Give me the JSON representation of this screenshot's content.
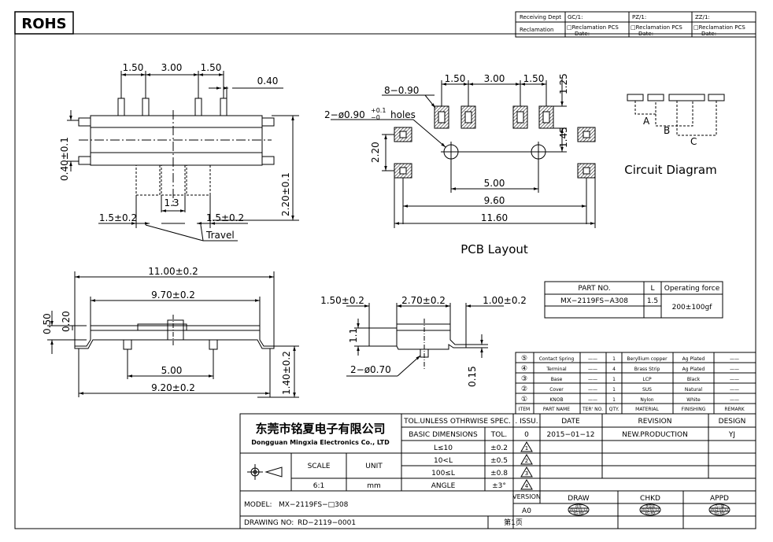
{
  "rohs": "ROHS",
  "receiving": {
    "dept_label": "Receiving Dept",
    "reclamation_label": "Reclamation",
    "gc": "GC/1:",
    "pz": "PZ/1:",
    "zz": "ZZ/1:",
    "reclamation_pcs": "□Reclamation  PCS",
    "date": "Date:"
  },
  "top_view": {
    "d150_left": "1.50",
    "d300": "3.00",
    "d150_right": "1.50",
    "d040": "0.40",
    "d040_tol": "0.40±0.1",
    "d220_tol": "2.20±0.1",
    "d13": "1.3",
    "d15_left": "1.5±0.2",
    "d15_right": "1.5±0.2",
    "travel": "Travel"
  },
  "pcb": {
    "holes_a": "8−0.90",
    "d150_left": "1.50",
    "d300": "3.00",
    "d150_right": "1.50",
    "d125": "1.25",
    "d145": "1.45",
    "holes_b": "2−ø0.90",
    "holes_b_tol_up": "+0.1",
    "holes_b_tol_dn": "−0",
    "holes_word": "holes",
    "d220": "2.20",
    "d500": "5.00",
    "d960": "9.60",
    "d1160": "11.60",
    "title": "PCB  Layout"
  },
  "circuit": {
    "a": "A",
    "b": "B",
    "c": "C",
    "title": "Circuit  Diagram"
  },
  "front_view": {
    "d1100": "11.00±0.2",
    "d970": "9.70±0.2",
    "d050": "0.50",
    "d020": "0.20",
    "d500": "5.00",
    "d920": "9.20±0.2",
    "d140": "1.40±0.2"
  },
  "side_view": {
    "d150": "1.50±0.2",
    "d270": "2.70±0.2",
    "d100": "1.00±0.2",
    "d11": "1.1",
    "d070": "2−ø0.70",
    "d015": "0.15"
  },
  "part_table": {
    "h_part": "PART NO.",
    "h_l": "L",
    "h_force": "Operating force",
    "part": "MX−2119FS−A308",
    "l": "1.5",
    "force": "200±100gf"
  },
  "bom": {
    "rows": [
      {
        "item": "⑤",
        "name": "Contact Spring",
        "ter": "——",
        "qty": "1",
        "material": "Beryllium copper",
        "finishing": "Ag Plated",
        "remark": "——"
      },
      {
        "item": "④",
        "name": "Terminal",
        "ter": "——",
        "qty": "4",
        "material": "Brass Strip",
        "finishing": "Ag Plated",
        "remark": "——"
      },
      {
        "item": "③",
        "name": "Base",
        "ter": "——",
        "qty": "1",
        "material": "LCP",
        "finishing": "Black",
        "remark": "——"
      },
      {
        "item": "②",
        "name": "Cover",
        "ter": "——",
        "qty": "1",
        "material": "SUS",
        "finishing": "Natural",
        "remark": "——"
      },
      {
        "item": "①",
        "name": "KNOB",
        "ter": "——",
        "qty": "1",
        "material": "Nylon",
        "finishing": "White",
        "remark": "——"
      }
    ],
    "header": {
      "item": "ITEM",
      "name": "PART NAME",
      "ter": "TER' NO.",
      "qty": "QTY.",
      "material": "MATERIAL",
      "finishing": "FINISHING",
      "remark": "REMARK"
    }
  },
  "title_block": {
    "company_cn": "东莞市铭夏电子有限公司",
    "company_en": "Dongguan Mingxia Electronics Co., LTD",
    "scale_label": "SCALE",
    "scale": "6:1",
    "unit_label": "UNIT",
    "unit": "mm",
    "tol_title": "TOL.UNLESS OTHRWISE SPEC.",
    "basic_dim": "BASIC DIMENSIONS",
    "tol_label": "TOL.",
    "tol_rows": [
      {
        "range": "L≤10",
        "tol": "±0.2"
      },
      {
        "range": "10<L",
        "tol": "±0.5"
      },
      {
        "range": "100≤L",
        "tol": "±0.8"
      },
      {
        "range": "ANGLE",
        "tol": "±3°"
      }
    ],
    "issu_label": ". ISSU.",
    "date_label": "DATE",
    "revision_label": "REVISION",
    "design_label": "DESIGN",
    "issu": "0",
    "date": "2015−01−12",
    "revision": "NEW.PRODUCTION",
    "design": "YJ",
    "tri": [
      "1",
      "2",
      "3",
      "4"
    ],
    "version_label": "VERSION",
    "version": "A0",
    "draw_label": "DRAW",
    "chkd_label": "CHKD",
    "appd_label": "APPD",
    "stamp_draw_name": "徐军",
    "stamp_chkd_name": "李显成",
    "stamp_appd_name": "乃一健",
    "stamp_date": "2015-01-12",
    "stamp_code": "XG-MX",
    "model_label": "MODEL:",
    "model": "MX−2119FS−□308",
    "drawing_label": "DRAWING NO:",
    "drawing_no": "RD−2119−0001",
    "page": "第1页"
  }
}
